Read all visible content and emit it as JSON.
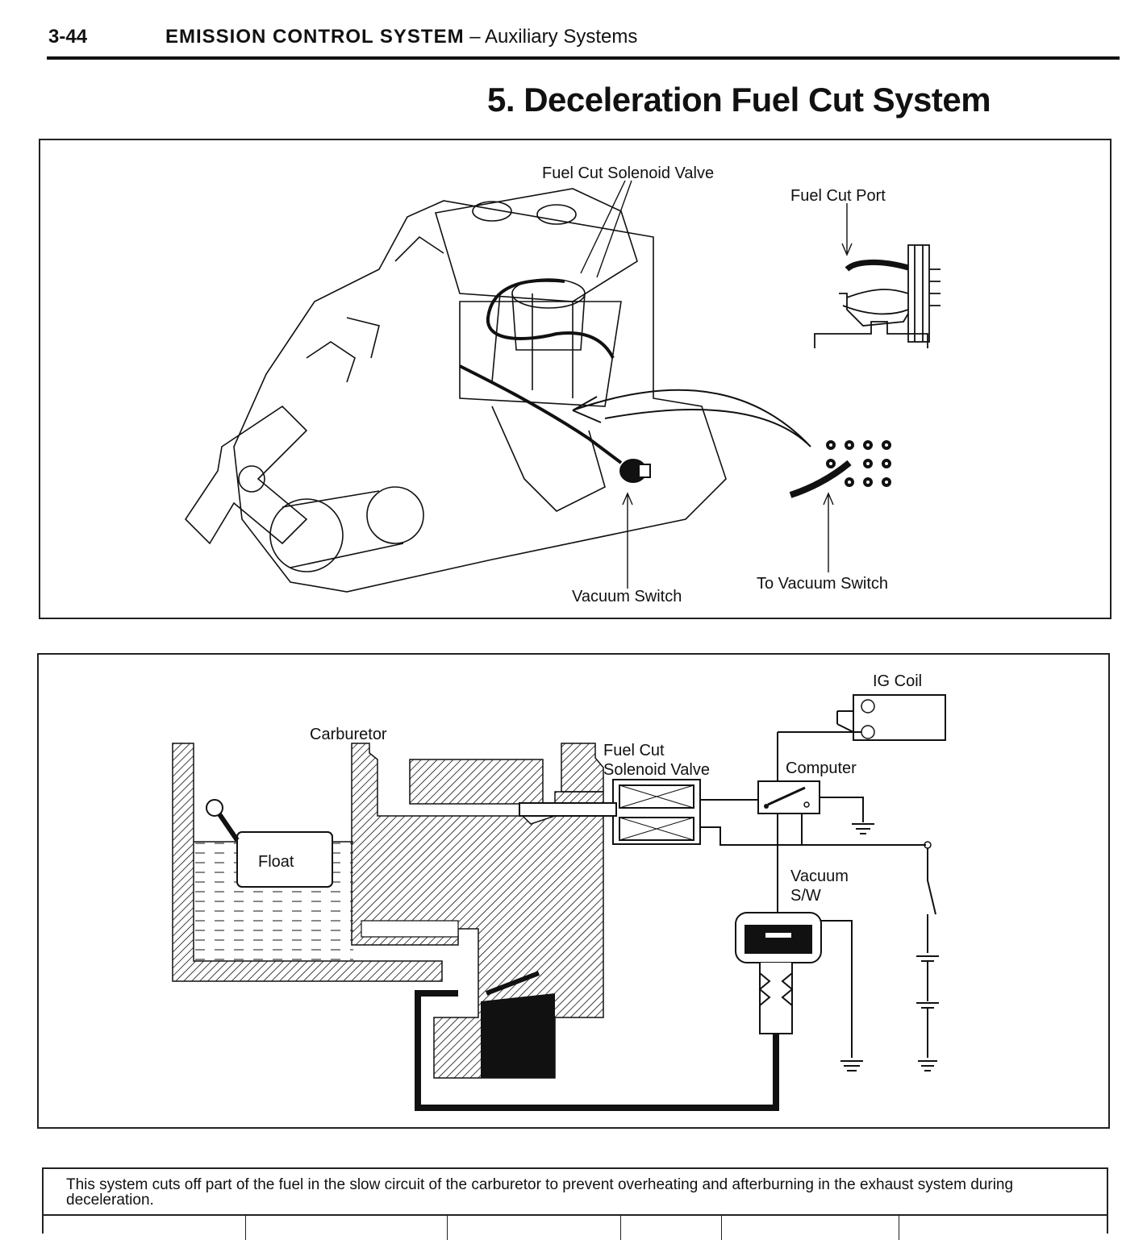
{
  "header": {
    "page_number": "3-44",
    "section": "EMISSION CONTROL SYSTEM",
    "subsection": " – Auxiliary Systems"
  },
  "title": "5. Deceleration Fuel Cut System",
  "figure_top": {
    "labels": {
      "solenoid": "Fuel Cut Solenoid Valve",
      "port": "Fuel Cut Port",
      "vacuum_switch": "Vacuum Switch",
      "to_vacuum_switch": "To Vacuum Switch"
    }
  },
  "figure_bottom": {
    "labels": {
      "carburetor": "Carburetor",
      "float": "Float",
      "solenoid_line1": "Fuel Cut",
      "solenoid_line2": "Solenoid Valve",
      "ig_coil": "IG Coil",
      "computer": "Computer",
      "vacuum_line1": "Vacuum",
      "vacuum_line2": "S/W"
    }
  },
  "description": {
    "text": "This system cuts off part of the fuel in the slow circuit of the carburetor to prevent overheating and afterburning in the exhaust system during deceleration."
  }
}
